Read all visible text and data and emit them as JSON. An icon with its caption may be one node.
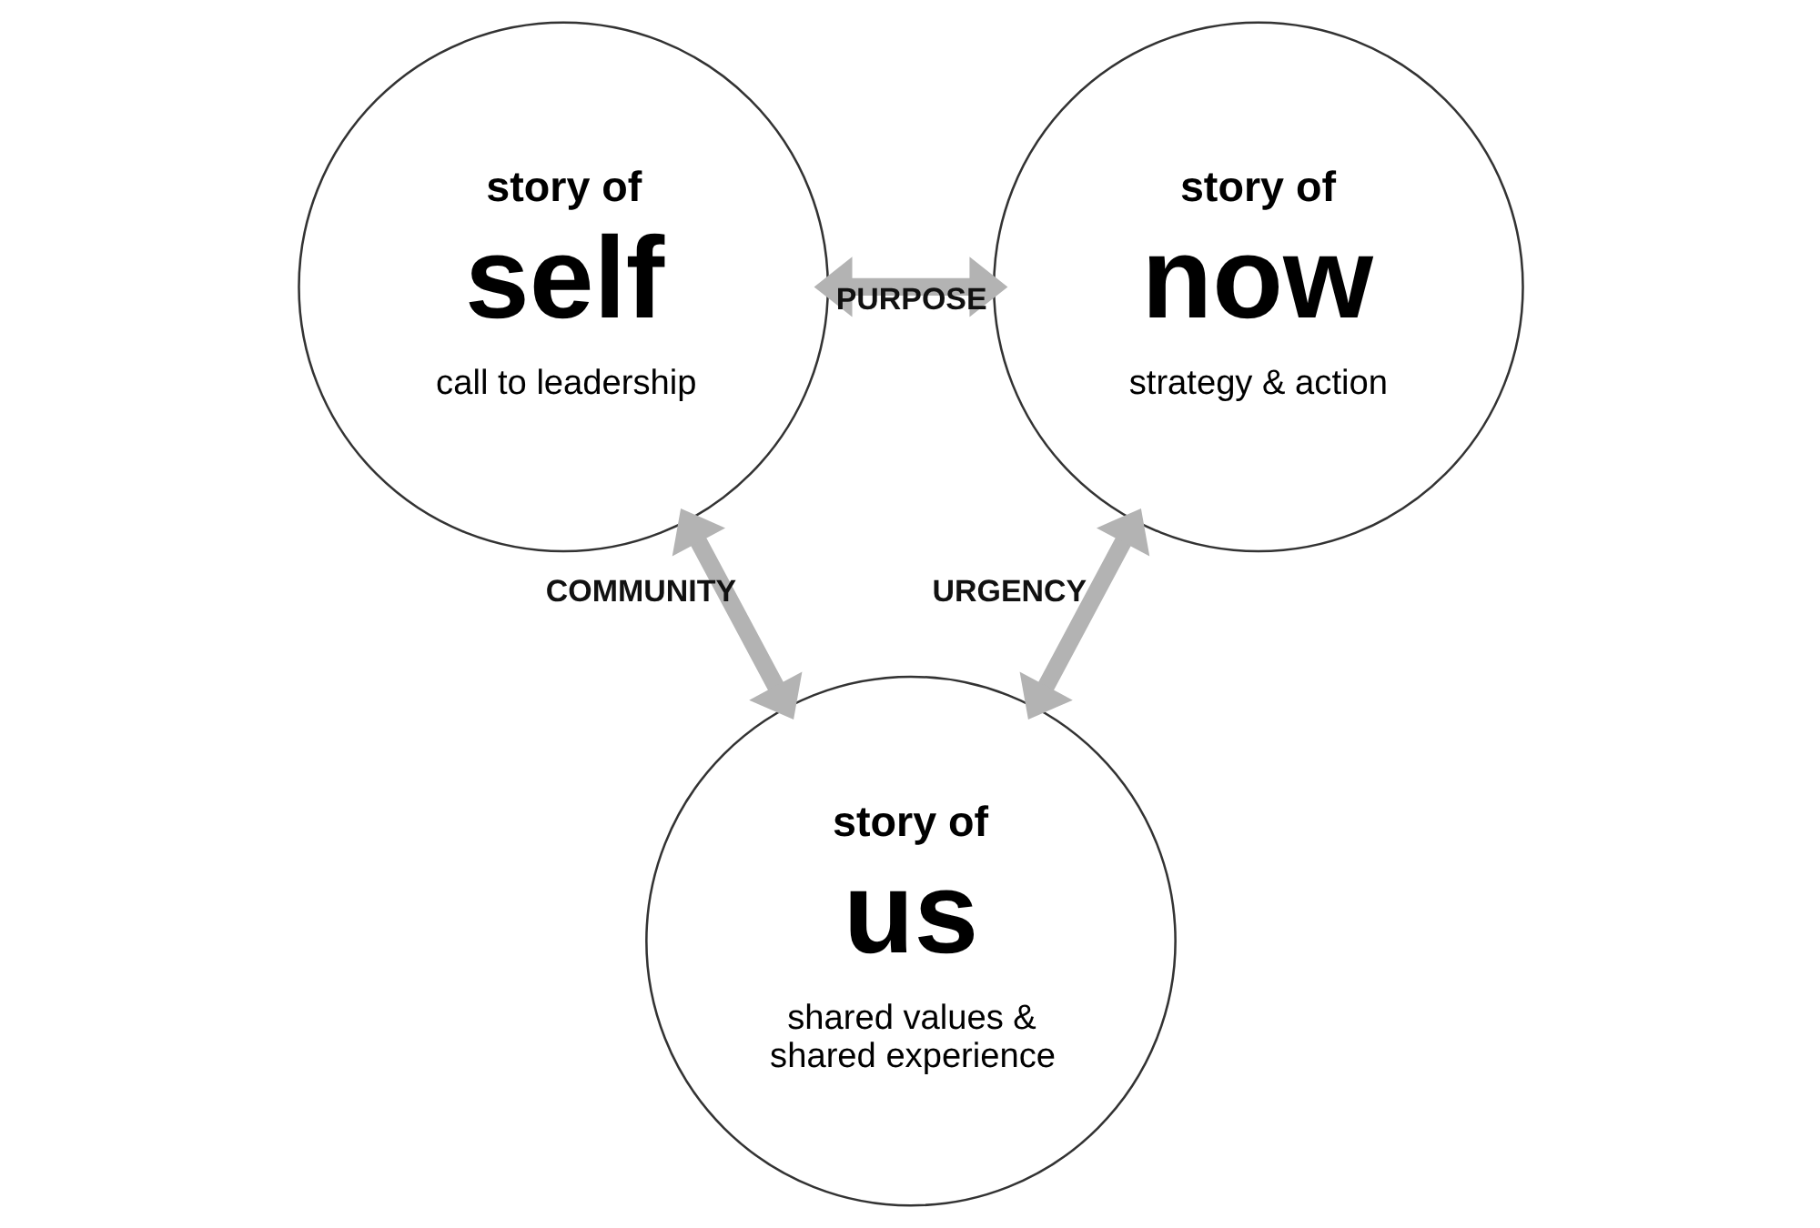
{
  "diagram": {
    "nodes": [
      {
        "text": [
          "story of",
          "self",
          "call to leadership"
        ]
      },
      {
        "text": [
          "story of",
          "now",
          "strategy & action"
        ]
      },
      {
        "text": [
          "story of",
          "us",
          "shared values & shared experience"
        ]
      }
    ],
    "edges": [
      {
        "from": 0,
        "to": 1,
        "arrow": "both",
        "label": "PURPOSE"
      },
      {
        "from": 0,
        "to": 2,
        "arrow": "both",
        "label": "COMMUNITY"
      },
      {
        "from": 1,
        "to": 2,
        "arrow": "both",
        "label": "URGENCY"
      }
    ]
  }
}
